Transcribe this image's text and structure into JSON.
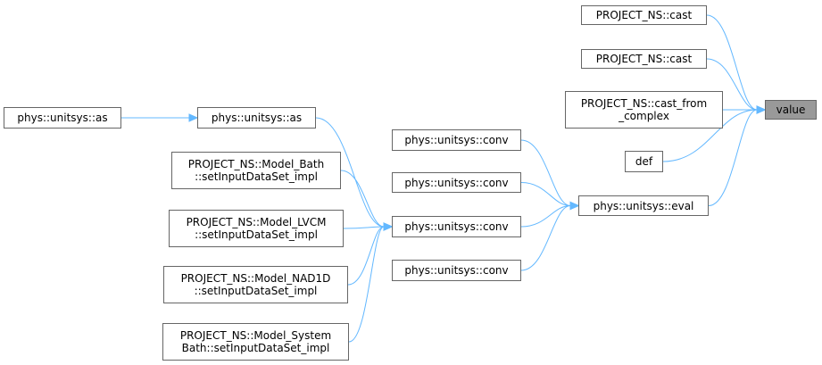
{
  "graph": {
    "root": "value",
    "nodes": {
      "value": {
        "lines": [
          "value"
        ]
      },
      "cast1": {
        "lines": [
          "PROJECT_NS::cast"
        ]
      },
      "cast2": {
        "lines": [
          "PROJECT_NS::cast"
        ]
      },
      "castc": {
        "lines": [
          "PROJECT_NS::cast_from",
          "_complex"
        ]
      },
      "def": {
        "lines": [
          "def"
        ]
      },
      "eval": {
        "lines": [
          "phys::unitsys::eval"
        ]
      },
      "conv1": {
        "lines": [
          "phys::unitsys::conv"
        ]
      },
      "conv2": {
        "lines": [
          "phys::unitsys::conv"
        ]
      },
      "convmain": {
        "lines": [
          "phys::unitsys::conv"
        ]
      },
      "conv4": {
        "lines": [
          "phys::unitsys::conv"
        ]
      },
      "as_mid": {
        "lines": [
          "phys::unitsys::as"
        ]
      },
      "as_left": {
        "lines": [
          "phys::unitsys::as"
        ]
      },
      "bath": {
        "lines": [
          "PROJECT_NS::Model_Bath",
          "::setInputDataSet_impl"
        ]
      },
      "lvcm": {
        "lines": [
          "PROJECT_NS::Model_LVCM",
          "::setInputDataSet_impl"
        ]
      },
      "nad1d": {
        "lines": [
          "PROJECT_NS::Model_NAD1D",
          "::setInputDataSet_impl"
        ]
      },
      "systembath": {
        "lines": [
          "PROJECT_NS::Model_System",
          "Bath::setInputDataSet_impl"
        ]
      }
    },
    "edges": [
      {
        "from": "cast1",
        "to": "value"
      },
      {
        "from": "cast2",
        "to": "value"
      },
      {
        "from": "castc",
        "to": "value"
      },
      {
        "from": "def",
        "to": "value"
      },
      {
        "from": "eval",
        "to": "value"
      },
      {
        "from": "conv1",
        "to": "eval"
      },
      {
        "from": "conv2",
        "to": "eval"
      },
      {
        "from": "convmain",
        "to": "eval"
      },
      {
        "from": "conv4",
        "to": "eval"
      },
      {
        "from": "as_mid",
        "to": "convmain"
      },
      {
        "from": "bath",
        "to": "convmain"
      },
      {
        "from": "lvcm",
        "to": "convmain"
      },
      {
        "from": "nad1d",
        "to": "convmain"
      },
      {
        "from": "systembath",
        "to": "convmain"
      },
      {
        "from": "as_left",
        "to": "as_mid"
      }
    ],
    "colors": {
      "edge": "#63b8ff",
      "node_border": "#666666",
      "root_fill": "#999999",
      "node_fill": "#ffffff"
    }
  }
}
